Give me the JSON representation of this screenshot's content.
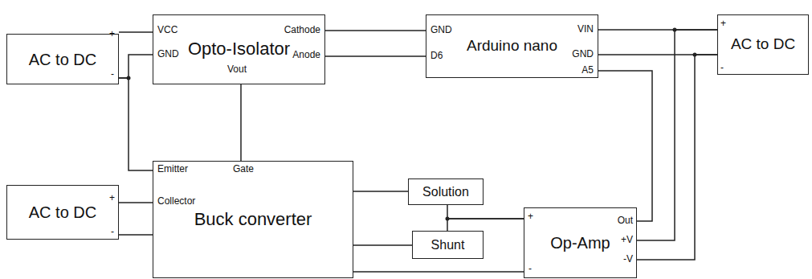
{
  "diagram": {
    "nodes": [
      {
        "text": [
          "AC to DC"
        ]
      },
      {
        "text": [
          "Opto-Isolator"
        ]
      },
      {
        "text": [
          "Arduino nano"
        ]
      },
      {
        "text": [
          "AC to DC"
        ]
      },
      {
        "text": [
          "AC to DC"
        ]
      },
      {
        "text": [
          "Buck converter"
        ]
      },
      {
        "text": [
          "Solution"
        ]
      },
      {
        "text": [
          "Shunt"
        ]
      },
      {
        "text": [
          "Op-Amp"
        ]
      }
    ],
    "edges": [
      {
        "from": 0,
        "to": 1,
        "arrow": "none"
      },
      {
        "from": 0,
        "to": 1,
        "arrow": "none"
      },
      {
        "from": 0,
        "to": 5,
        "arrow": "none"
      },
      {
        "from": 1,
        "to": 2,
        "arrow": "none"
      },
      {
        "from": 1,
        "to": 2,
        "arrow": "none"
      },
      {
        "from": 1,
        "to": 5,
        "arrow": "none"
      },
      {
        "from": 4,
        "to": 5,
        "arrow": "none"
      },
      {
        "from": 4,
        "to": 5,
        "arrow": "none"
      },
      {
        "from": 5,
        "to": 6,
        "arrow": "none"
      },
      {
        "from": 5,
        "to": 7,
        "arrow": "none"
      },
      {
        "from": 6,
        "to": 8,
        "arrow": "none"
      },
      {
        "from": 7,
        "to": 8,
        "arrow": "none"
      },
      {
        "from": 5,
        "to": 8,
        "arrow": "none"
      },
      {
        "from": 8,
        "to": 2,
        "arrow": "none"
      },
      {
        "from": 2,
        "to": 3,
        "arrow": "none"
      },
      {
        "from": 2,
        "to": 3,
        "arrow": "none"
      },
      {
        "from": 8,
        "to": 3,
        "arrow": "none"
      },
      {
        "from": 8,
        "to": 3,
        "arrow": "none"
      }
    ],
    "labels": [
      "+",
      "-",
      "VCC",
      "GND",
      "Cathode",
      "Anode",
      "Vout",
      "GND",
      "D6",
      "VIN",
      "GND",
      "A5",
      "Emitter",
      "Gate",
      "Collector",
      "+",
      "-",
      "+",
      "-",
      "+",
      "Out",
      "+V",
      "-V",
      "-"
    ]
  }
}
